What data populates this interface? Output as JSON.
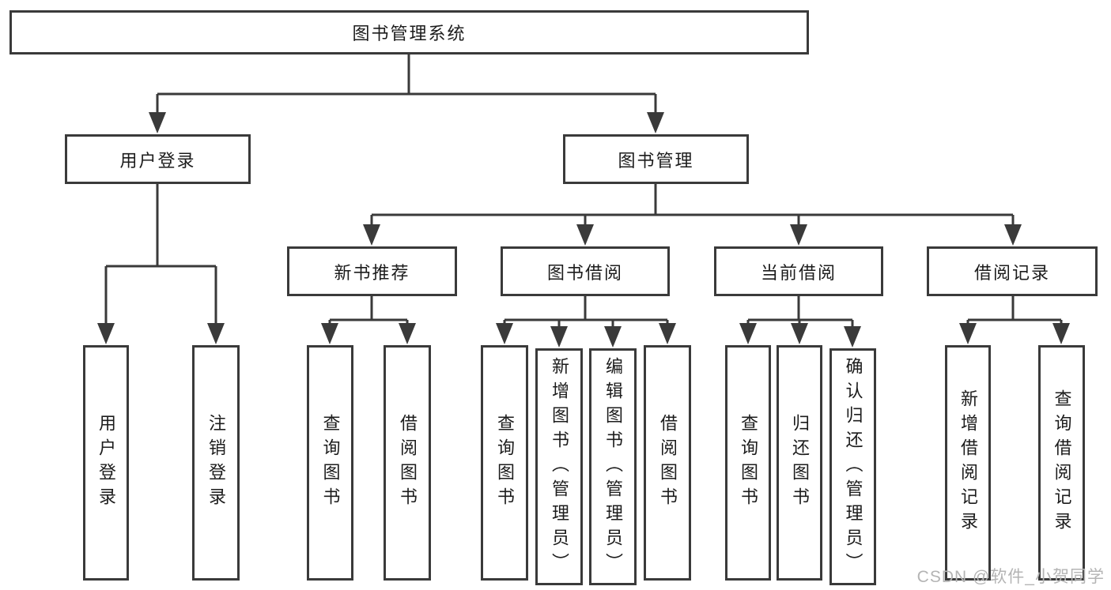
{
  "colors": {
    "line": "#3a3a3a",
    "ink": "#1c1c1c",
    "wm": "#b4b4b4",
    "bg": "#ffffff"
  },
  "nodes": {
    "root": {
      "label": "图书管理系统"
    },
    "user_login": {
      "label": "用户登录"
    },
    "book_mgmt": {
      "label": "图书管理"
    },
    "new_book": {
      "label": "新书推荐"
    },
    "borrow": {
      "label": "图书借阅"
    },
    "current": {
      "label": "当前借阅"
    },
    "record": {
      "label": "借阅记录"
    },
    "ul_login": {
      "label": "用户登录"
    },
    "ul_logout": {
      "label": "注销登录"
    },
    "nb_query": {
      "label": "查询图书"
    },
    "nb_borrow": {
      "label": "借阅图书"
    },
    "bw_query": {
      "label": "查询图书"
    },
    "bw_add": {
      "label": "新增图书（管理员）"
    },
    "bw_edit": {
      "label": "编辑图书（管理员）"
    },
    "bw_borrow": {
      "label": "借阅图书"
    },
    "cb_query": {
      "label": "查询图书"
    },
    "cb_return": {
      "label": "归还图书"
    },
    "cb_confirm": {
      "label": "确认归还（管理员）"
    },
    "br_add": {
      "label": "新增借阅记录"
    },
    "br_query": {
      "label": "查询借阅记录"
    }
  },
  "watermark": {
    "text": "CSDN @软件_小贺同学"
  }
}
